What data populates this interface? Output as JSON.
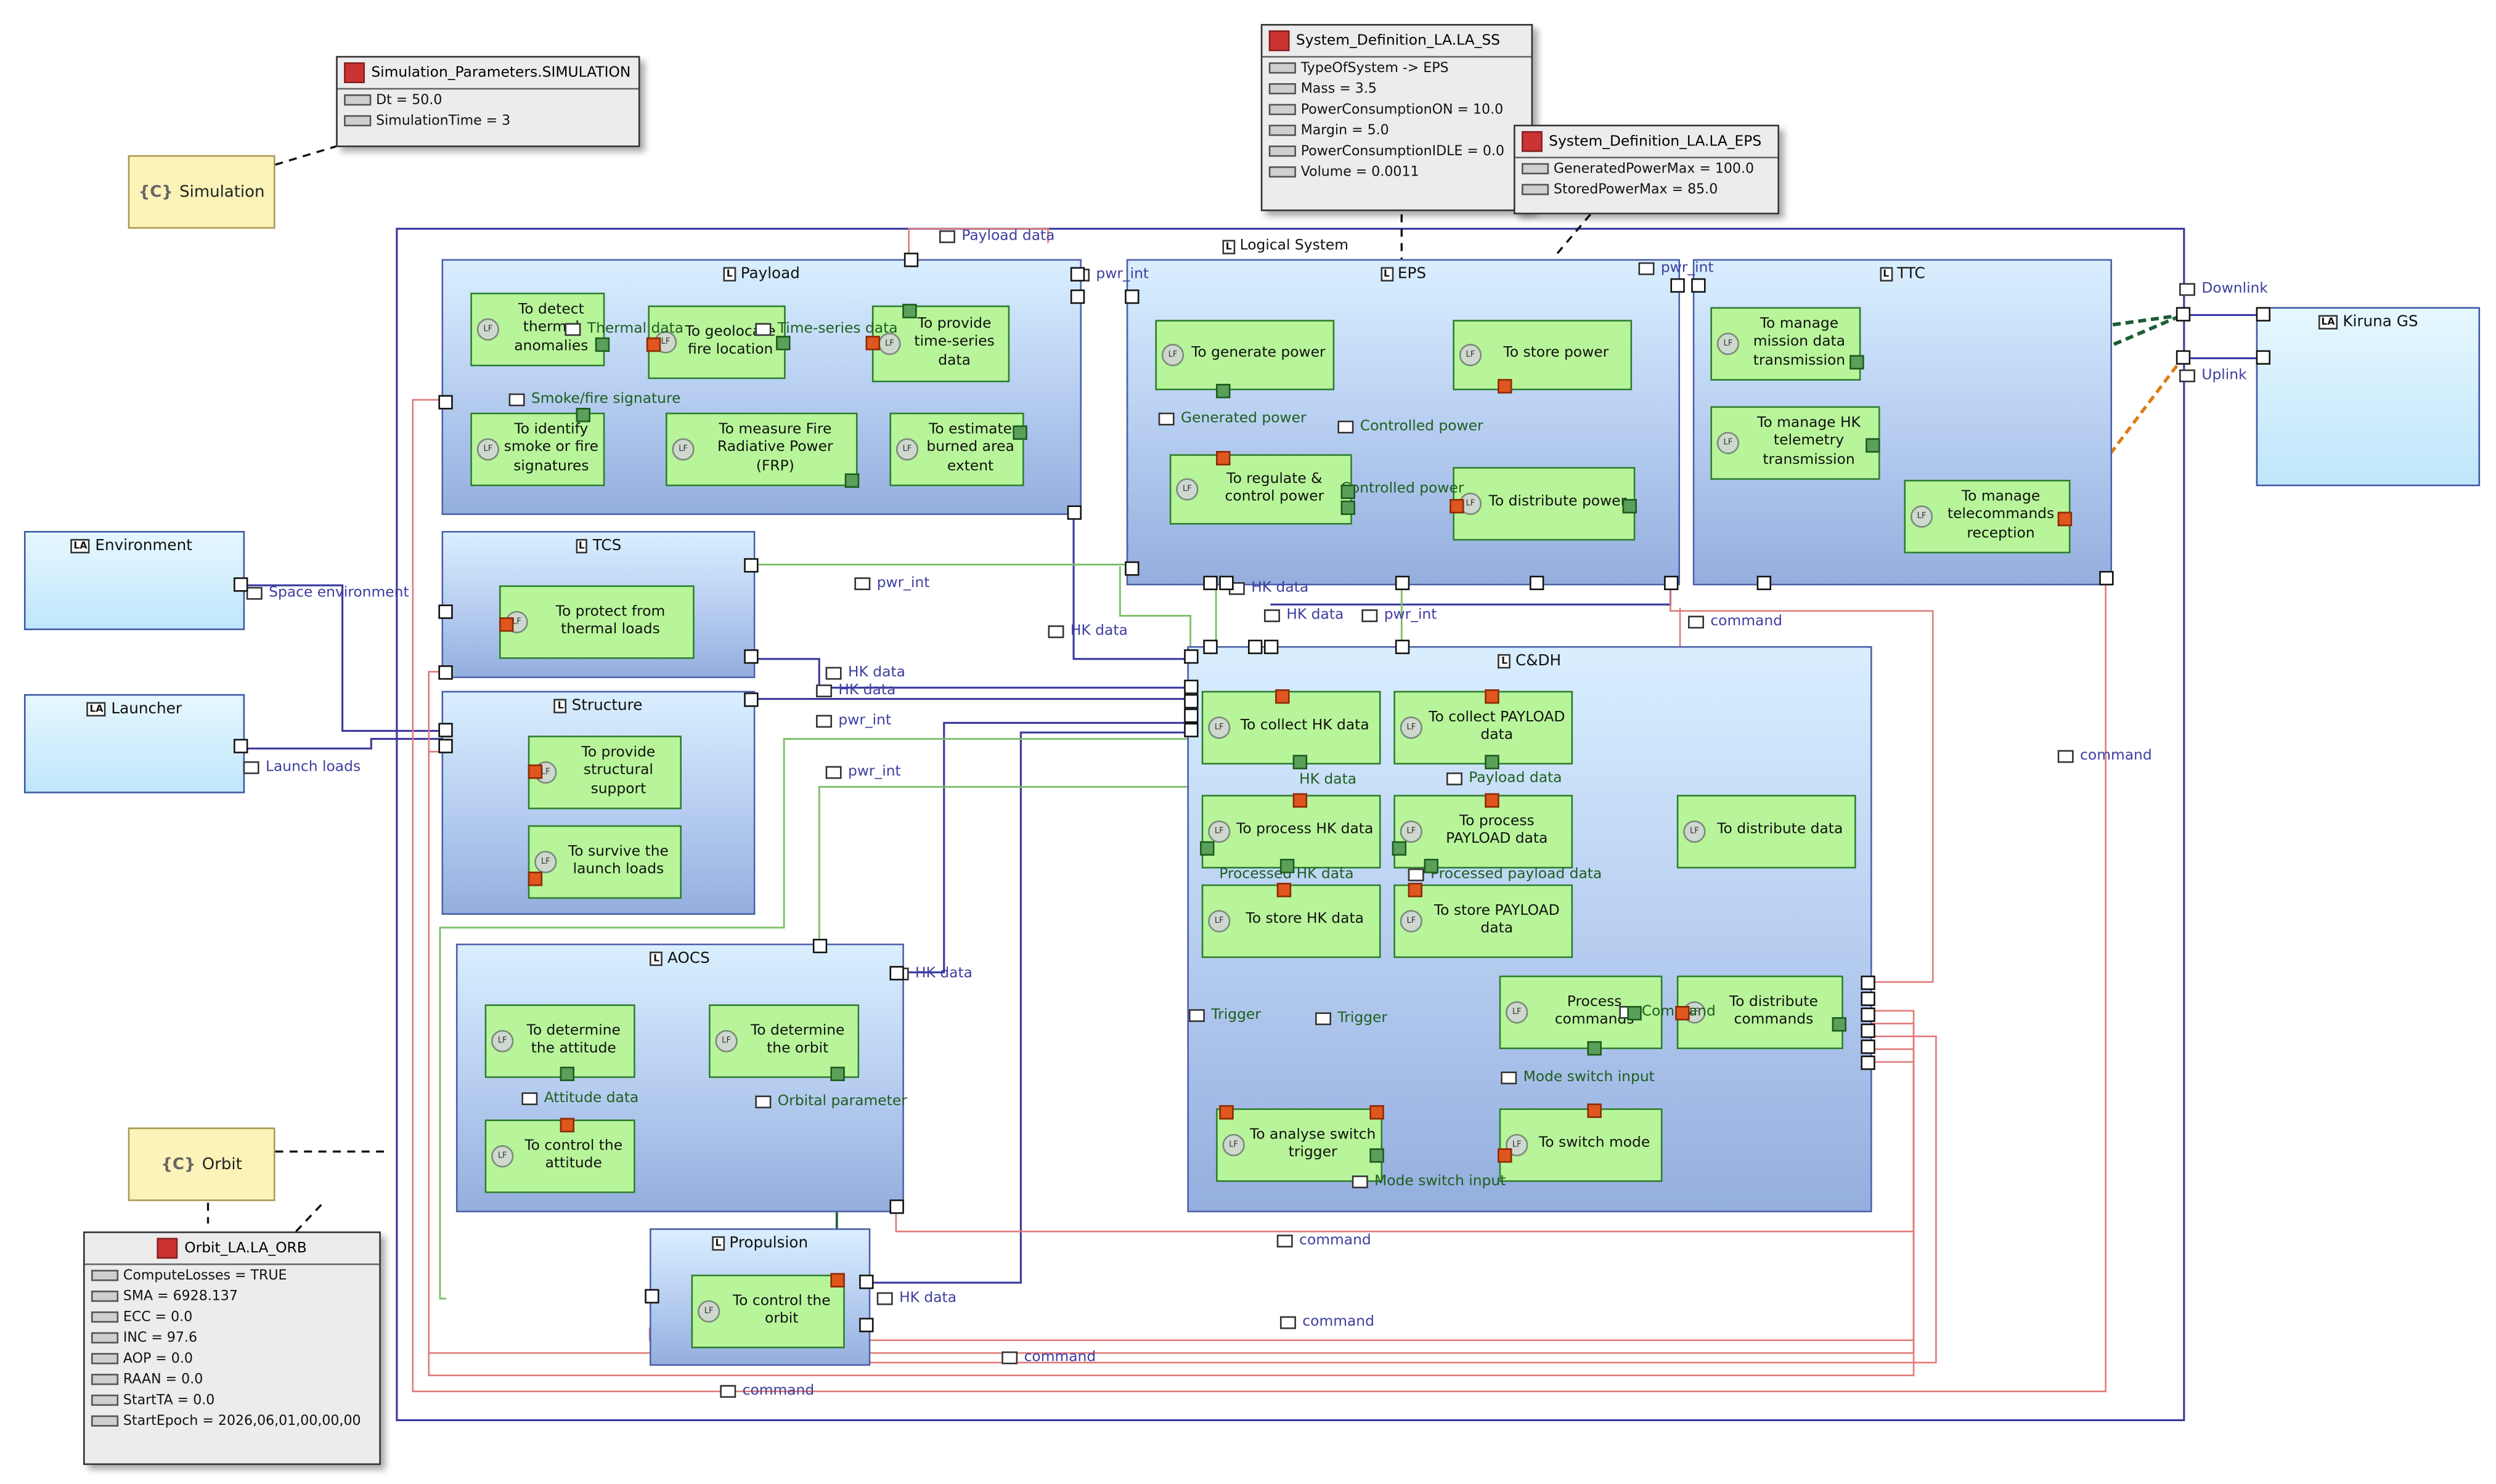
{
  "diagram": {
    "logical_system_label": "Logical System",
    "components": {
      "payload": "Payload",
      "eps": "EPS",
      "ttc": "TTC",
      "tcs": "TCS",
      "structure": "Structure",
      "aocs": "AOCS",
      "propulsion": "Propulsion",
      "cdh": "C&DH"
    },
    "actors": {
      "environment": "Environment",
      "launcher": "Launcher",
      "kiruna": "Kiruna GS"
    },
    "classes": {
      "simulation": "Simulation",
      "orbit": "Orbit",
      "marker": "{C}"
    },
    "functions": {
      "detect_thermal": "To detect thermal anomalies",
      "geolocate": "To geolocate fire location",
      "provide_ts": "To provide time-series data",
      "identify_smoke": "To identify smoke or fire signatures",
      "measure_frp": "To measure Fire Radiative Power (FRP)",
      "estimate_area": "To estimate burned area extent",
      "generate_power": "To generate power",
      "store_power": "To store power",
      "regulate_power": "To regulate & control power",
      "distribute_power": "To distribute power",
      "manage_mission": "To manage mission data transmission",
      "manage_hk": "To manage HK telemetry transmission",
      "manage_tc": "To manage telecommands reception",
      "protect_thermal": "To protect from thermal loads",
      "structural_support": "To provide structural support",
      "survive_launch": "To survive the launch loads",
      "determine_attitude": "To determine the attitude",
      "determine_orbit": "To determine the orbit",
      "control_attitude": "To control the attitude",
      "control_orbit": "To control the orbit",
      "collect_hk": "To collect HK data",
      "collect_payload": "To collect PAYLOAD data",
      "distribute_data": "To distribute data",
      "process_hk": "To process HK data",
      "process_payload": "To process PAYLOAD data",
      "store_hk": "To store HK data",
      "store_payload": "To store PAYLOAD data",
      "process_commands": "Process commands",
      "distribute_commands": "To distribute commands",
      "analyse_trigger": "To analyse switch trigger",
      "switch_mode": "To switch mode",
      "icon": "LF"
    },
    "exchange_labels": {
      "payload_data": "Payload data",
      "pwr_int_payload": "pwr_int",
      "pwr_int_eps": "pwr_int",
      "thermal_data": "Thermal data",
      "time_series_data": "Time-series data",
      "smoke_fire": "Smoke/fire signature",
      "generated_power": "Generated power",
      "controlled_power": "Controlled power",
      "controlled_power2": "Controlled power",
      "downlink": "Downlink",
      "uplink": "Uplink",
      "space_environment": "Space environment",
      "launch_loads": "Launch loads",
      "pwr_int_tcs": "pwr_int",
      "hk_data_1": "HK data",
      "hk_data_eps": "HK data",
      "hk_data_eps2": "HK data",
      "pwr_int_eps2": "pwr_int",
      "command_ttc": "command",
      "hk_data_tcs": "HK data",
      "hk_data_struct": "HK data",
      "pwr_int_struct": "pwr_int",
      "pwr_int_aocs": "pwr_int",
      "hk_data_cdh": "HK data",
      "payload_data_cdh": "Payload data",
      "processed_hk": "Processed HK data",
      "processed_payload": "Processed payload data",
      "hk_data_aocs": "HK data",
      "trigger_1": "Trigger",
      "trigger_2": "Trigger",
      "command_cdh": "Command",
      "mode_switch_input": "Mode switch input",
      "mode_switch_input2": "Mode switch input",
      "attitude_data": "Attitude data",
      "orbital_parameter": "Orbital parameter",
      "command_right": "command",
      "command_1": "command",
      "hk_data_prop": "HK data",
      "command_2": "command",
      "command_3": "command",
      "command_4": "command"
    },
    "notes": {
      "simulation_params": {
        "title": "Simulation_Parameters.SIMULATION",
        "rows": [
          "Dt = 50.0",
          "SimulationTime = 3"
        ]
      },
      "system_ss": {
        "title": "System_Definition_LA.LA_SS",
        "rows": [
          "TypeOfSystem -> EPS",
          "Mass = 3.5",
          "PowerConsumptionON = 10.0",
          "Margin = 5.0",
          "PowerConsumptionIDLE = 0.0",
          "Volume = 0.0011"
        ]
      },
      "system_eps": {
        "title": "System_Definition_LA.LA_EPS",
        "rows": [
          "GeneratedPowerMax = 100.0",
          "StoredPowerMax = 85.0"
        ]
      },
      "orbit_orb": {
        "title": "Orbit_LA.LA_ORB",
        "rows": [
          "ComputeLosses = TRUE",
          "SMA = 6928.137",
          "ECC = 0.0",
          "INC = 97.6",
          "AOP = 0.0",
          "RAAN = 0.0",
          "StartTA = 0.0",
          "StartEpoch = 2026,06,01,00,00,00"
        ]
      }
    },
    "colors": {
      "component_border": "#4b5fa8",
      "function_fill": "#b8f59a",
      "functional_link": "#1d5c35",
      "physical_link": "#3a3aa0",
      "power_link": "#7cbf6a",
      "command_link": "#e07a78",
      "dashed_link": "#e07b12"
    }
  }
}
